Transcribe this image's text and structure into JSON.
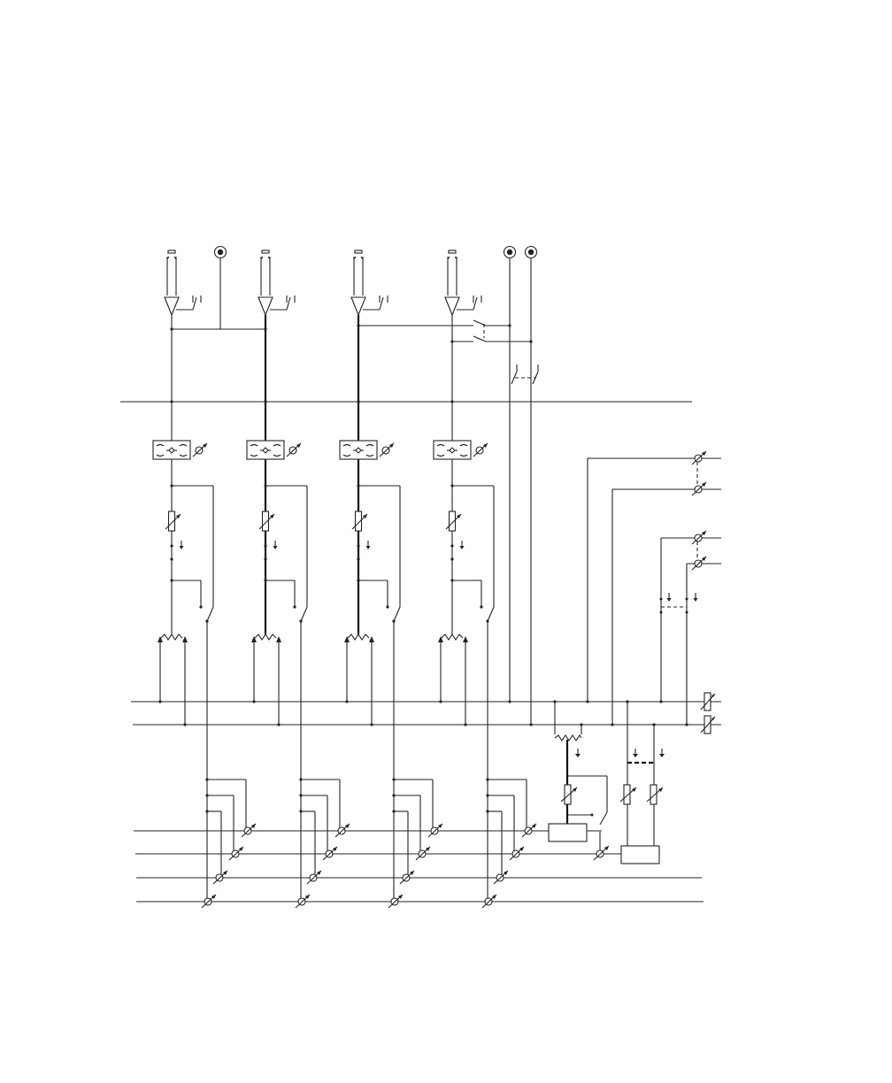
{
  "diagram": {
    "kind": "audio-mixer-block-schematic",
    "labels": [],
    "mono_channels": 4,
    "stereo_inputs": 2,
    "aux_buses": 4,
    "main_buses": 2,
    "colors": {
      "line": "#222222",
      "background": "#ffffff"
    },
    "icons": [
      "xlr-input-icon",
      "rca-jack-icon",
      "preamp-triangle-icon",
      "eq-block-icon",
      "variable-resistor-icon",
      "pan-pot-icon",
      "switch-icon"
    ]
  }
}
